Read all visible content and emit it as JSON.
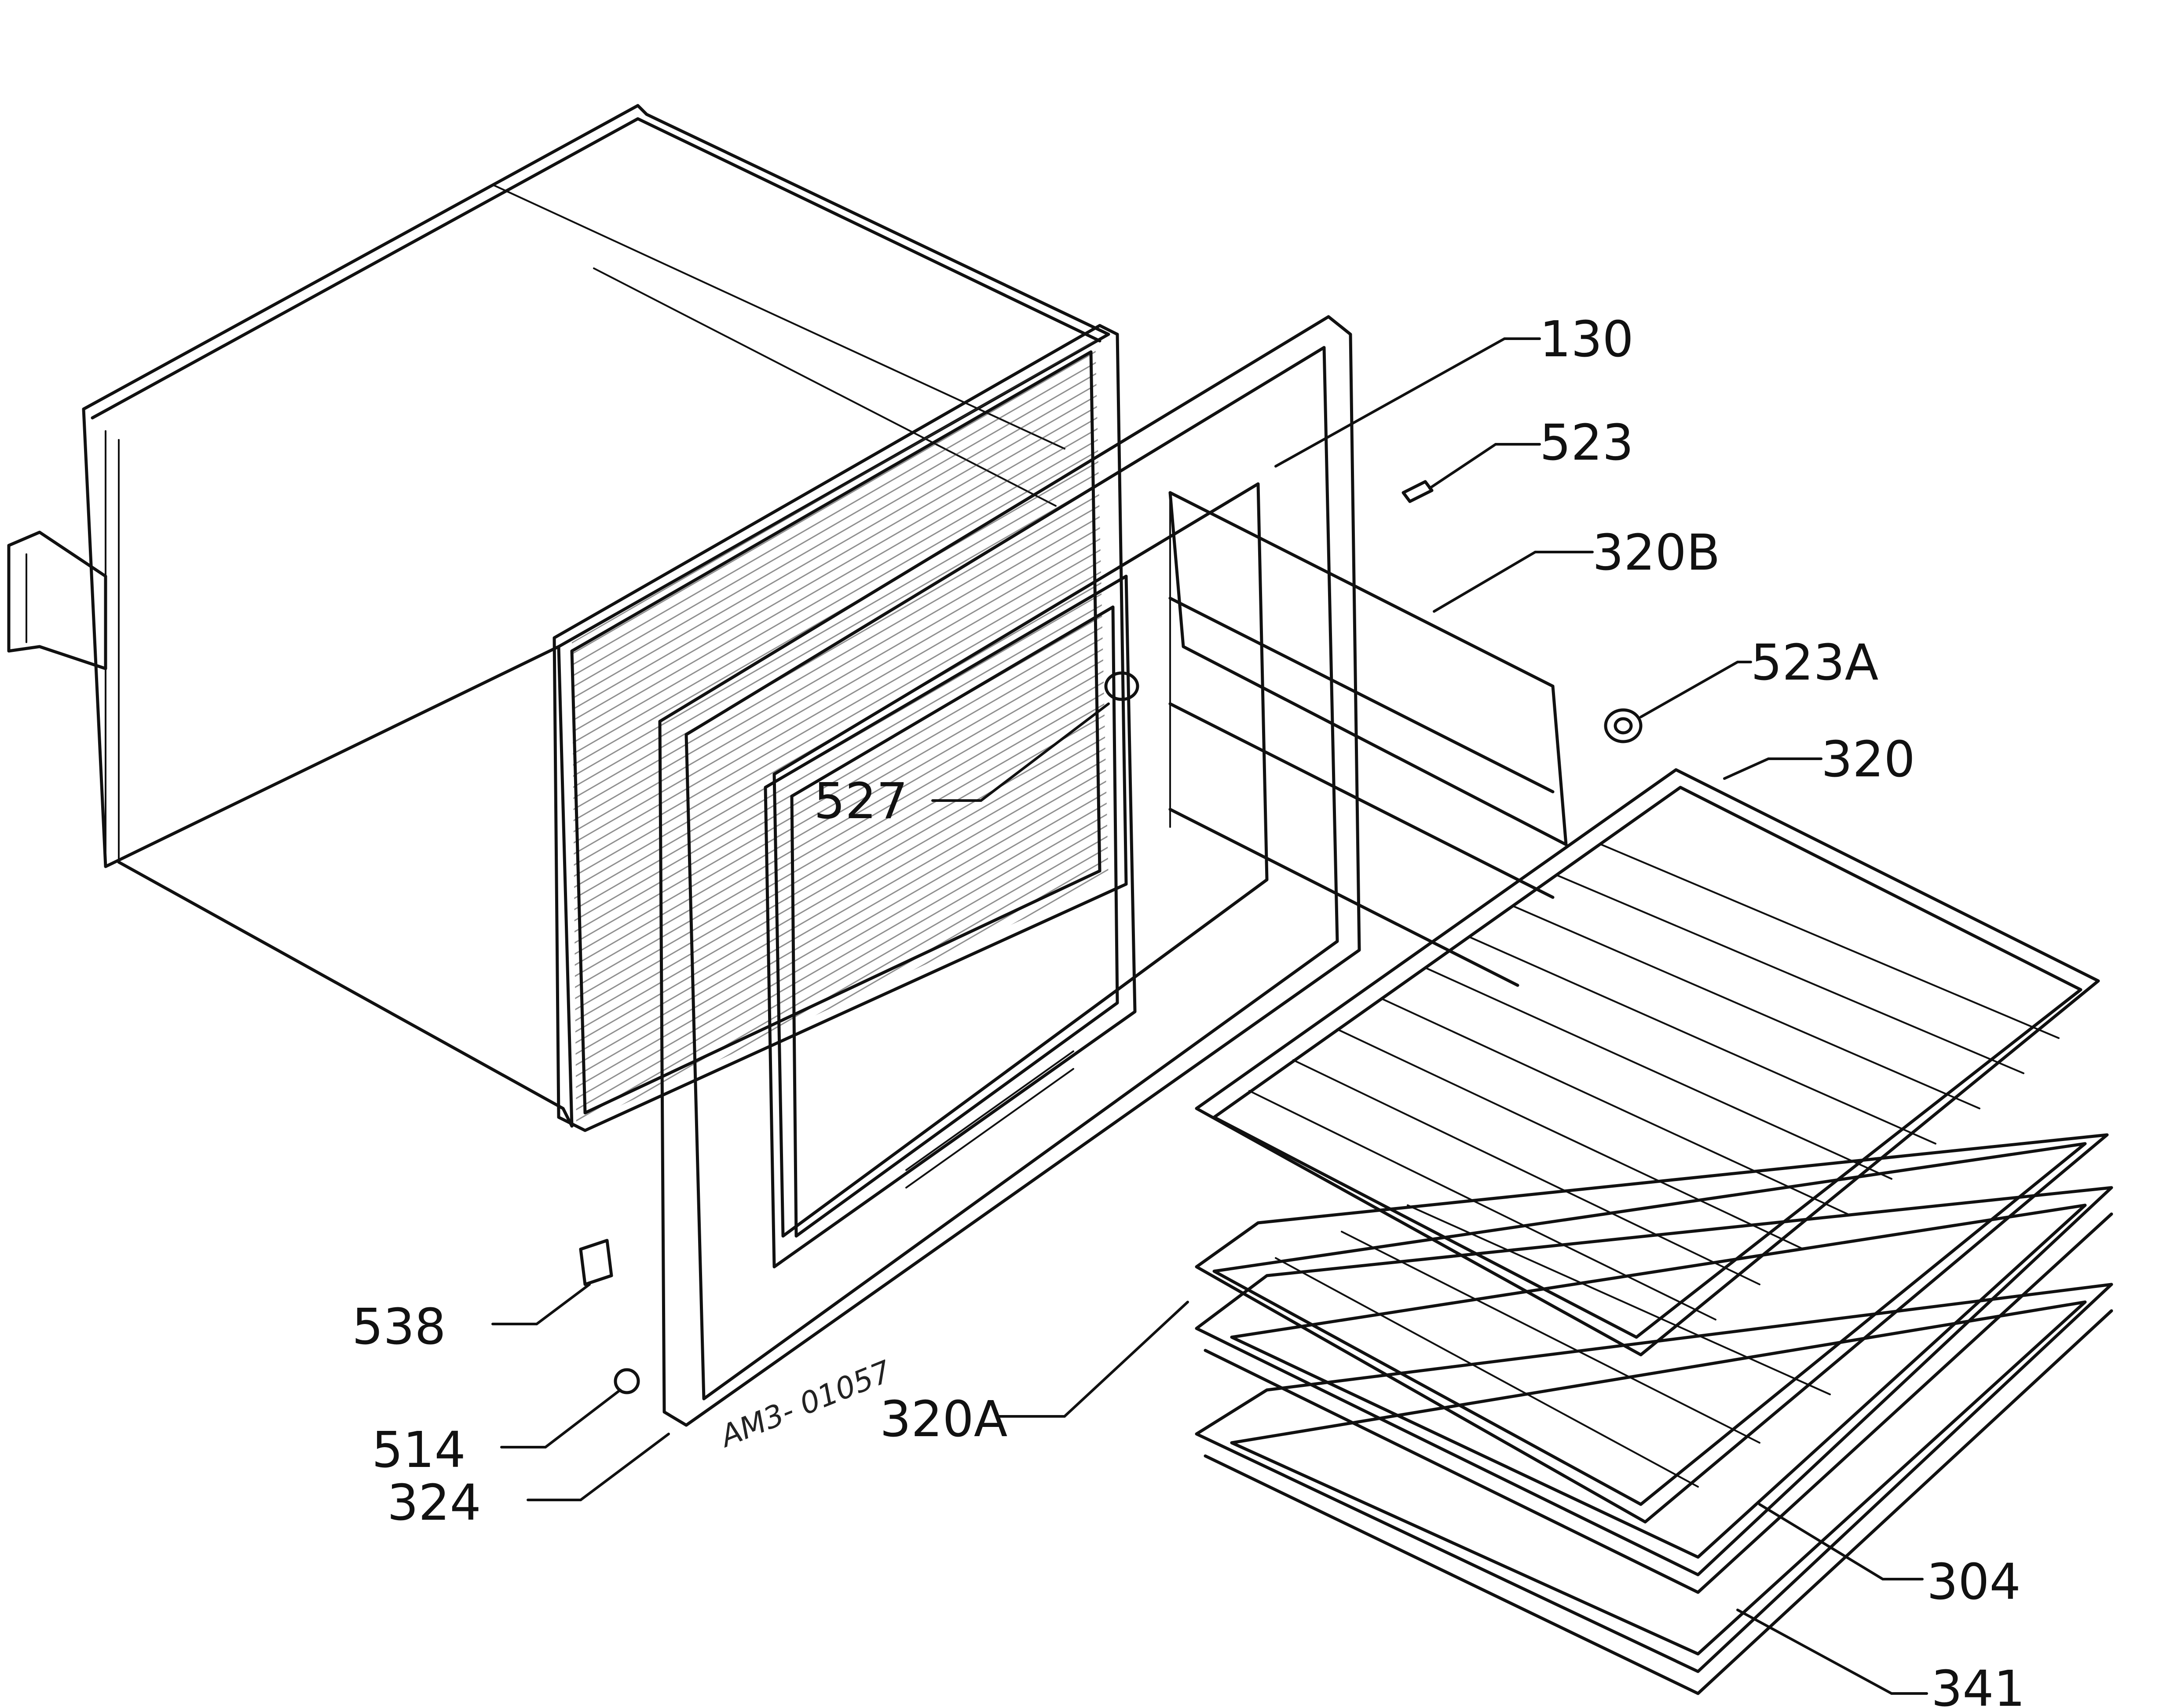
{
  "stamp": "AM3- 01057",
  "labels": {
    "p130": "130",
    "p523": "523",
    "p320B": "320B",
    "p523A": "523A",
    "p320": "320",
    "p527": "527",
    "p538": "538",
    "p514": "514",
    "p324": "324",
    "p320A": "320A",
    "p304": "304",
    "p341": "341"
  }
}
